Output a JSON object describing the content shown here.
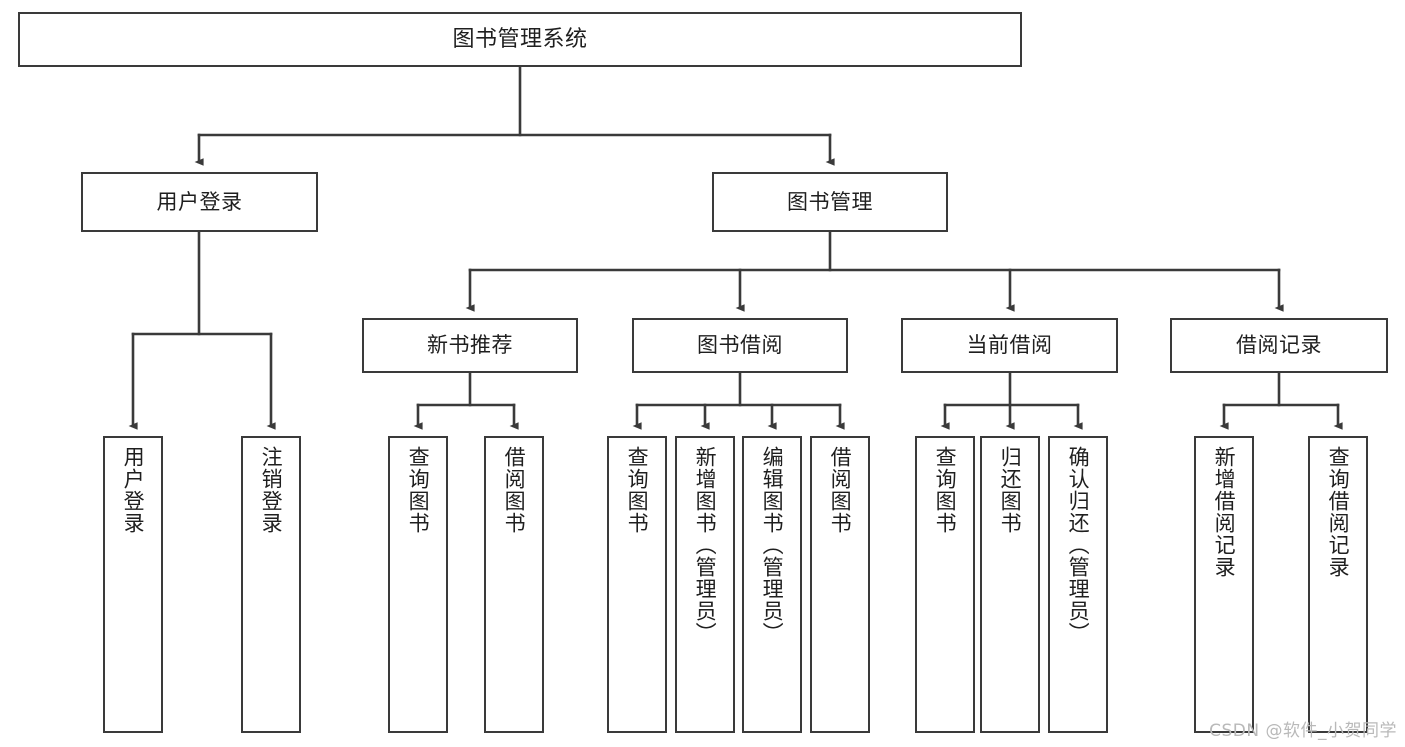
{
  "diagram": {
    "title": "图书管理系统",
    "type": "tree-hierarchy-chart",
    "watermark": "CSDN @软件_小贺同学",
    "colors": {
      "stroke": "#3a3a3a",
      "fill": "#ffffff",
      "text": "#1f1f1f",
      "watermark": "#b9b9b9"
    },
    "levels": {
      "level1": {
        "root": {
          "label": "图书管理系统"
        }
      },
      "level2": {
        "nodes": [
          {
            "label": "用户登录"
          },
          {
            "label": "图书管理"
          }
        ]
      },
      "level3": {
        "nodes": [
          {
            "label": "新书推荐"
          },
          {
            "label": "图书借阅"
          },
          {
            "label": "当前借阅"
          },
          {
            "label": "借阅记录"
          }
        ]
      },
      "level4": {
        "user_login_children": [
          {
            "label": "用户登录"
          },
          {
            "label": "注销登录"
          }
        ],
        "new_book_children": [
          {
            "label": "查询图书"
          },
          {
            "label": "借阅图书"
          }
        ],
        "book_borrow_children": [
          {
            "label": "查询图书"
          },
          {
            "label": "新增图书（管理员）"
          },
          {
            "label": "编辑图书（管理员）"
          },
          {
            "label": "借阅图书"
          }
        ],
        "current_borrow_children": [
          {
            "label": "查询图书"
          },
          {
            "label": "归还图书"
          },
          {
            "label": "确认归还（管理员）"
          }
        ],
        "borrow_record_children": [
          {
            "label": "新增借阅记录"
          },
          {
            "label": "查询借阅记录"
          }
        ]
      }
    }
  }
}
